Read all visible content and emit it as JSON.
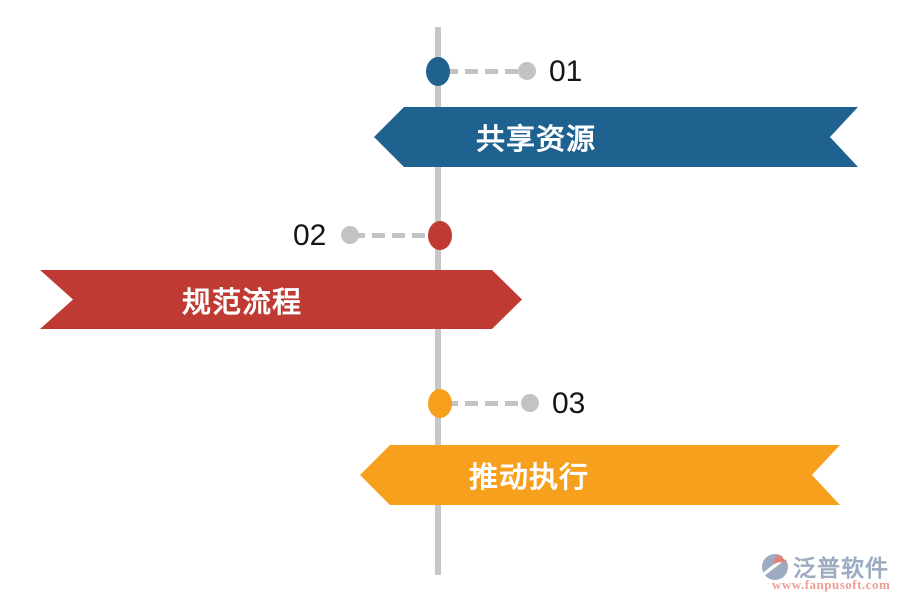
{
  "diagram": {
    "items": [
      {
        "number": "01",
        "label": "共享资源",
        "color": "#1f6290"
      },
      {
        "number": "02",
        "label": "规范流程",
        "color": "#bf3a33"
      },
      {
        "number": "03",
        "label": "推动执行",
        "color": "#f7a01d"
      }
    ],
    "axis_color": "#c6c6c6",
    "connector_color": "#c3c3c3",
    "banner_text_color": "#ffffff",
    "number_color": "#151515"
  },
  "watermark": {
    "brand": "泛普软件",
    "url": "www.fanpusoft.com",
    "brand_color": "#9cabc0",
    "url_color": "#ec9e94"
  }
}
